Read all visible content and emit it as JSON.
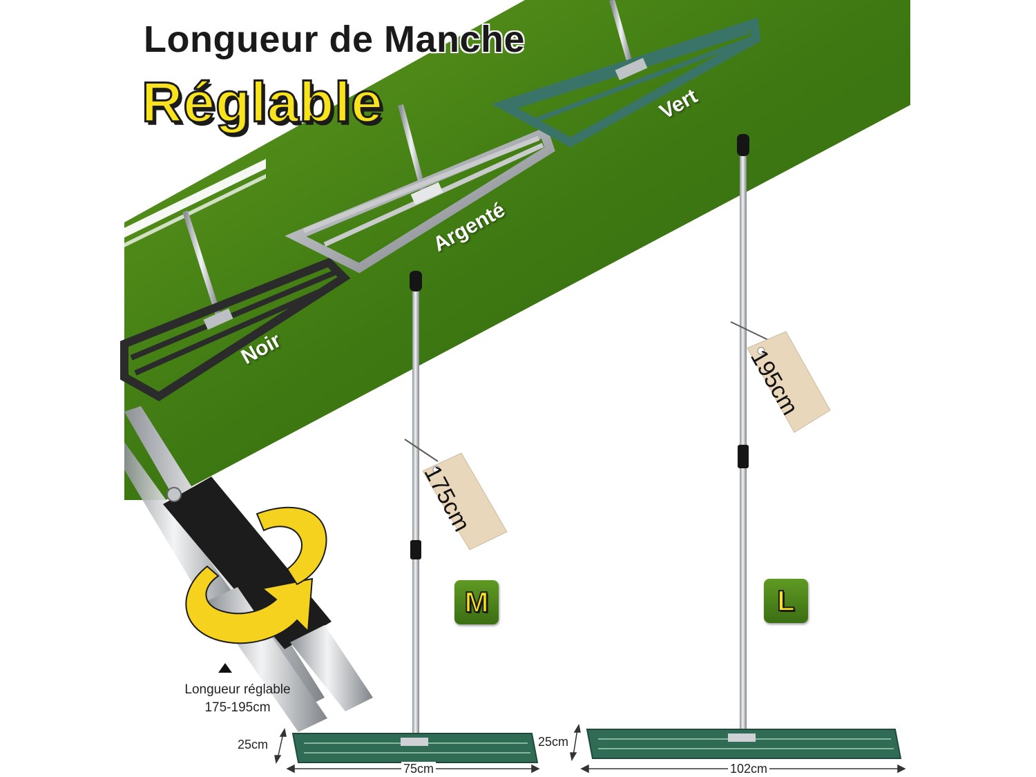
{
  "title": {
    "line1": "Longueur de Manche",
    "line2": "Réglable"
  },
  "color_options": [
    {
      "label": "Noir",
      "color": "#2b2b2b"
    },
    {
      "label": "Argenté",
      "color": "#c9cbcd"
    },
    {
      "label": "Vert",
      "color": "#3a7468"
    }
  ],
  "sizes": [
    {
      "badge": "M",
      "length_tag": "175cm",
      "width": "25cm",
      "length": "75cm"
    },
    {
      "badge": "L",
      "length_tag": "195cm",
      "width": "25cm",
      "length": "102cm"
    }
  ],
  "caption": {
    "line1": "Longueur réglable",
    "line2": "175-195cm"
  },
  "colors": {
    "grass_dark": "#3f7a14",
    "grass_light": "#6aa322",
    "badge_yellow": "#f8e31c",
    "arrow_yellow": "#f4d21d",
    "tag": "#e8d7bb"
  }
}
